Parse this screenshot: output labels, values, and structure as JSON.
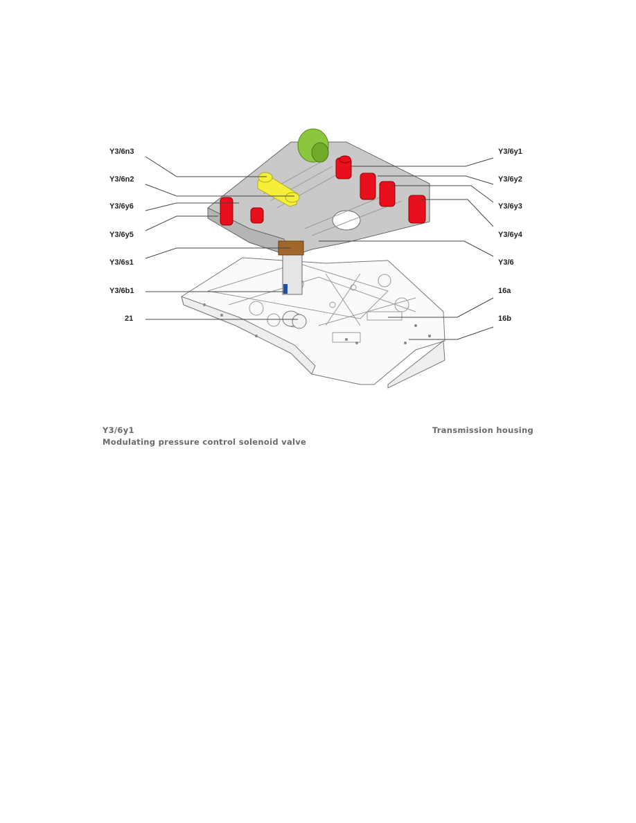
{
  "diagram": {
    "left_labels": [
      "Y3/6n3",
      "Y3/6n2",
      "Y3/6y6",
      "Y3/6y5",
      "Y3/6s1",
      "Y3/6b1",
      "21"
    ],
    "right_labels": [
      "Y3/6y1",
      "Y3/6y2",
      "Y3/6y3",
      "Y3/6y4",
      "Y3/6",
      "16a",
      "16b"
    ],
    "colors": {
      "solenoids": "#e8101c",
      "n2_n3": "#f5ef3a",
      "connector": "#8cc63e",
      "s1": "#a0662a",
      "b1": "#1f4fa8",
      "plate": "#c9c9c9"
    }
  },
  "caption": {
    "code": "Y3/6y1",
    "description": "Modulating pressure control solenoid valve",
    "section": "Transmission housing"
  }
}
